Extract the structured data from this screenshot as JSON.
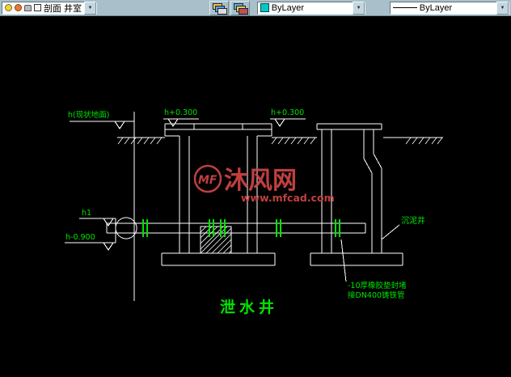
{
  "toolbar": {
    "layer_combo": {
      "label": "剖面 井室"
    },
    "color_combo": {
      "label": "ByLayer",
      "swatch_color": "#00C8C8"
    },
    "linetype_combo": {
      "label": "ByLayer"
    },
    "icons": {
      "dropdown_arrow": "▼"
    }
  },
  "drawing": {
    "labels": {
      "ground_level": "h(现状地面)",
      "top_level_left": "h+0.300",
      "top_level_right": "h+0.300",
      "pipe_level": "h1",
      "bottom_level": "h-0.900",
      "sediment_well": "沉泥井",
      "note_line1": "-10厚橡胶垫封堵",
      "note_line2": "接DN400铸铁管",
      "title": "泄水井"
    },
    "watermark": {
      "monogram": "MF",
      "brand": "沐风网",
      "url": "www.mfcad.com"
    },
    "colors": {
      "background": "#000000",
      "line": "#FFFFFF",
      "label": "#00E400",
      "watermark": "#D04545"
    }
  }
}
